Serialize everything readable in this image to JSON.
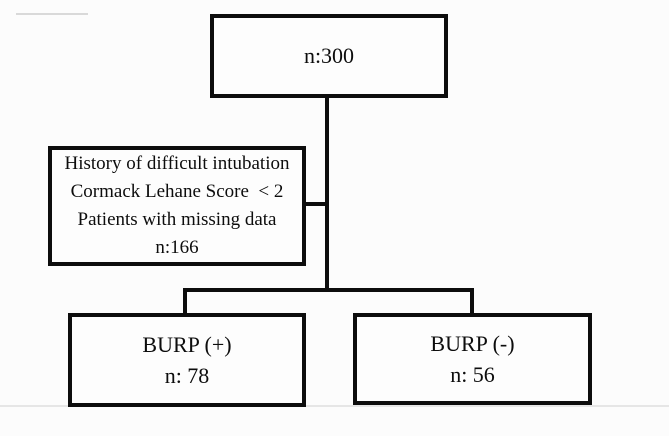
{
  "diagram": {
    "type": "flowchart",
    "line_color": "#0d0d0d",
    "background": "#fcfcfc",
    "boxes": {
      "total": {
        "label": "n:300"
      },
      "excluded": {
        "lines": [
          "History of difficult intubation",
          "Cormack Lehane Score  < 2",
          "Patients with missing data",
          "n:166"
        ]
      },
      "burp_positive": {
        "title": "BURP (+)",
        "count": "n: 78"
      },
      "burp_negative": {
        "title": "BURP (-)",
        "count": "n: 56"
      }
    }
  }
}
